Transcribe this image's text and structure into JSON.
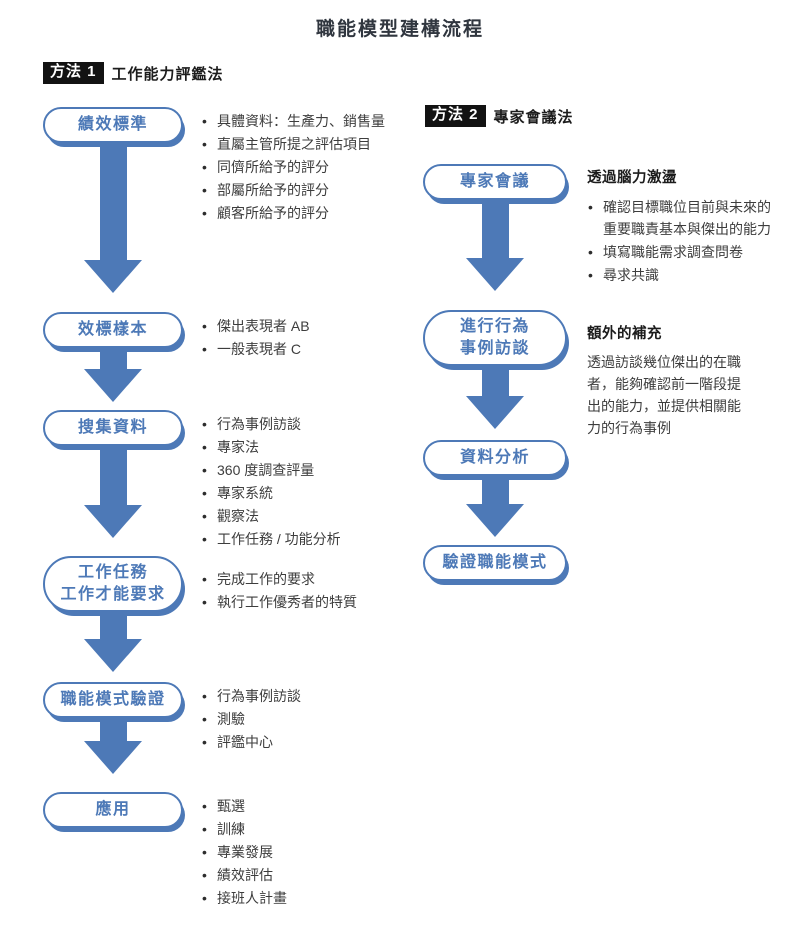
{
  "title": "職能模型建構流程",
  "accent_color": "#4d79b7",
  "method1": {
    "badge": "方法 1",
    "label": "工作能力評鑑法",
    "steps": [
      {
        "label": "績效標準",
        "bullets": [
          "具體資料：生產力、銷售量",
          "直屬主管所提之評估項目",
          "同儕所給予的評分",
          "部屬所給予的評分",
          "顧客所給予的評分"
        ]
      },
      {
        "label": "效標樣本",
        "bullets": [
          "傑出表現者 AB",
          "一般表現者 C"
        ]
      },
      {
        "label": "搜集資料",
        "bullets": [
          "行為事例訪談",
          "專家法",
          "360 度調查評量",
          "專家系統",
          "觀察法",
          "工作任務 / 功能分析"
        ]
      },
      {
        "label": "工作任務\n工作才能要求",
        "bullets": [
          "完成工作的要求",
          "執行工作優秀者的特質"
        ]
      },
      {
        "label": "職能模式驗證",
        "bullets": [
          "行為事例訪談",
          "測驗",
          "評鑑中心"
        ]
      },
      {
        "label": "應用",
        "bullets": [
          "甄選",
          "訓練",
          "專業發展",
          "績效評估",
          "接班人計畫"
        ]
      }
    ]
  },
  "method2": {
    "badge": "方法 2",
    "label": "專家會議法",
    "steps": [
      {
        "label": "專家會議",
        "heading": "透過腦力激盪",
        "bullets": [
          "確認目標職位目前與未來的重要職責基本與傑出的能力",
          "填寫職能需求調查問卷",
          "尋求共識"
        ]
      },
      {
        "label": "進行行為\n事例訪談",
        "heading": "額外的補充",
        "paragraph": "透過訪談幾位傑出的在職者，能夠確認前一階段提出的能力，並提供相關能力的行為事例"
      },
      {
        "label": "資料分析"
      },
      {
        "label": "驗證職能模式"
      }
    ]
  }
}
